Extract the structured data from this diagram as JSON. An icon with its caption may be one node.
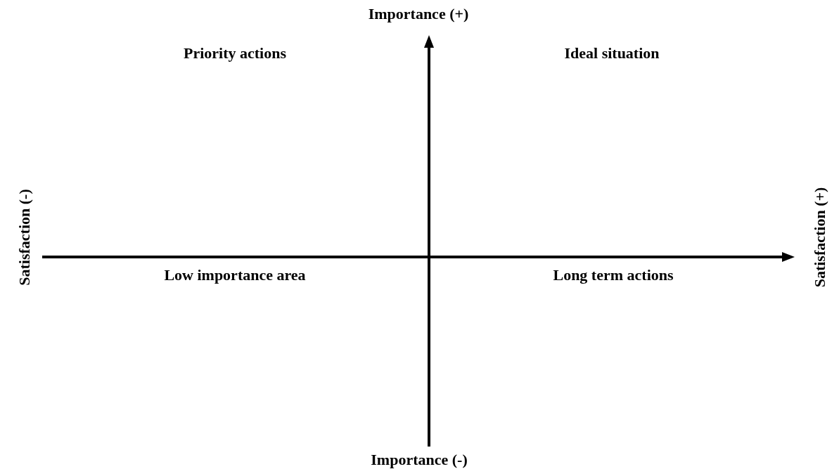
{
  "diagram": {
    "labels": [
      "Importance (+)",
      "Priority actions",
      "Ideal situation",
      "Satisfaction (-)",
      "Satisfaction (+)",
      "Low importance area",
      "Long term actions",
      "Importance (-)"
    ]
  }
}
